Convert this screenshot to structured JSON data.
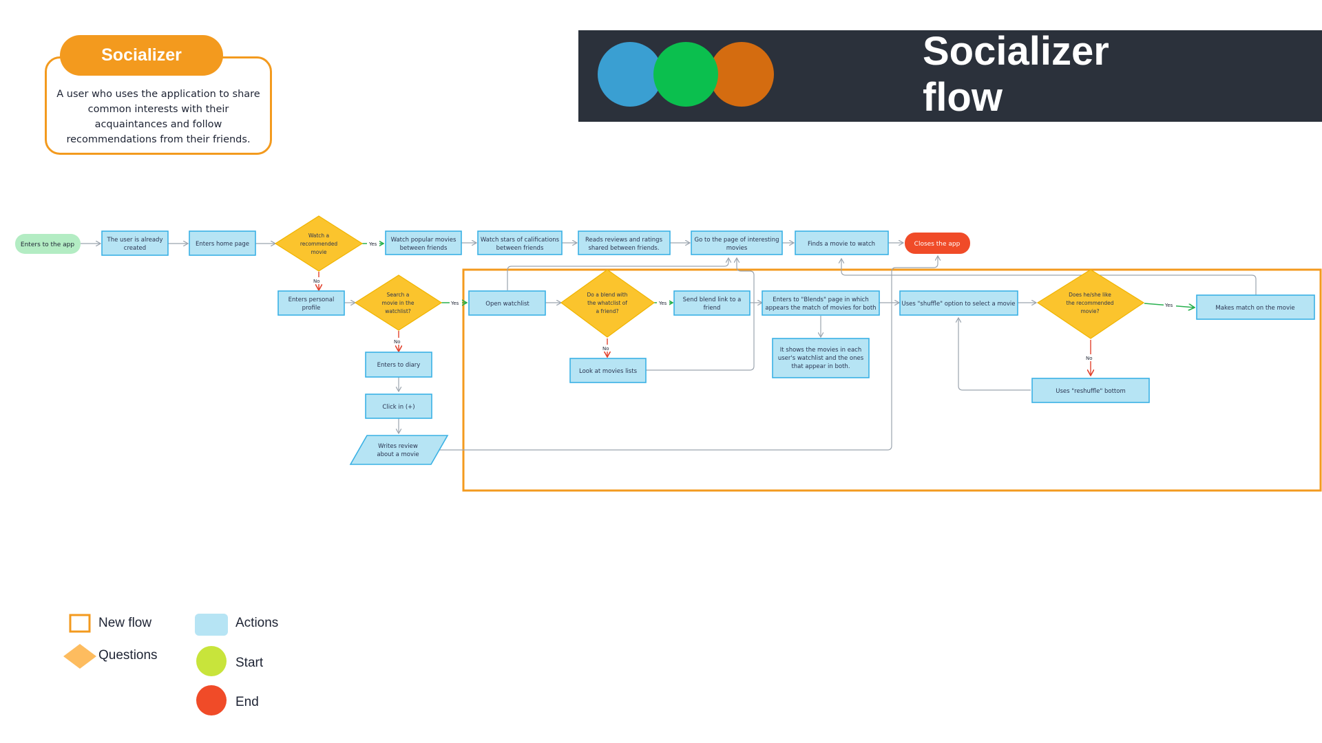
{
  "persona": {
    "name": "Socializer",
    "description": "A user who uses the application to share common interests with their acquaintances and follow recommendations from their friends."
  },
  "header": {
    "title": "Socializer flow"
  },
  "colors": {
    "accent_orange": "#f39a1e",
    "header_bg": "#2b313b",
    "action_fill": "#b6e4f4",
    "action_stroke": "#3ab1e4",
    "question_fill": "#fbc42d",
    "start_fill": "#b3ecc3",
    "end_fill": "#f04b28",
    "yes_arrow": "#27b04e",
    "no_arrow": "#e2412c",
    "logo_blue": "#3a9fd2",
    "logo_green": "#0bbf4e",
    "logo_orange": "#d46c10"
  },
  "nodes": {
    "enters_app": "Enters to the app",
    "user_created": [
      "The user is already",
      "created"
    ],
    "enters_home": "Enters home page",
    "watch_recommended": [
      "Watch a",
      "recommended",
      "movie"
    ],
    "watch_popular": [
      "Watch popular movies",
      "between friends"
    ],
    "watch_stars": [
      "Watch stars of califications",
      "between friends"
    ],
    "reads_reviews": [
      "Reads reviews and ratings",
      "shared between friends."
    ],
    "go_page": [
      "Go to the page of interesting",
      "movies"
    ],
    "finds_movie": "Finds a movie to watch",
    "closes_app": "Closes the app",
    "enters_profile": [
      "Enters personal",
      "profile"
    ],
    "search_watchlist": [
      "Search a",
      "movie in the",
      "watchlist?"
    ],
    "open_watchlist": "Open watchlist",
    "do_blend": [
      "Do a blend with",
      "the whatclist of",
      "a friend?"
    ],
    "send_blend": [
      "Send blend link to a",
      "friend"
    ],
    "enters_blends": [
      "Enters to \"Blends\" page in which",
      "appears the match of movies for both"
    ],
    "uses_shuffle": "Uses \"shuffle\" option to select a movie",
    "likes_recommended": [
      "Does he/she like",
      "the recommended",
      "movie?"
    ],
    "makes_match": "Makes match on the movie",
    "shows_movies": [
      "It shows the movies in each",
      "user's watchlist and the ones",
      "that appear in both."
    ],
    "uses_reshuffle": "Uses \"reshuffle\" bottom",
    "look_lists": "Look at movies lists",
    "enters_diary": "Enters to diary",
    "click_plus": "Click in (+)",
    "writes_review": [
      "Writes review",
      "about a movie"
    ]
  },
  "edge_labels": {
    "yes": "Yes",
    "no": "No"
  },
  "legend": {
    "new_flow": "New flow",
    "questions": "Questions",
    "actions": "Actions",
    "start": "Start",
    "end": "End"
  }
}
